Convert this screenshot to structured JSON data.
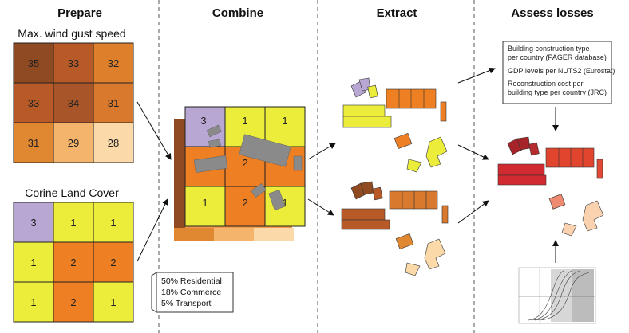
{
  "headers": {
    "prepare": "Prepare",
    "combine": "Combine",
    "extract": "Extract",
    "assess": "Assess losses"
  },
  "wind": {
    "label": "Max. wind gust speed",
    "values": [
      "35",
      "33",
      "32",
      "33",
      "34",
      "31",
      "31",
      "29",
      "28"
    ],
    "colors": [
      "#8f4a22",
      "#b85a27",
      "#de7f2c",
      "#b85a27",
      "#a9552a",
      "#d9792e",
      "#e08731",
      "#f5b46c",
      "#fbd9a9"
    ]
  },
  "landcover": {
    "label": "Corine Land Cover",
    "values": [
      "3",
      "1",
      "1",
      "1",
      "2",
      "2",
      "1",
      "2",
      "1"
    ],
    "colors": [
      "#b8a6d3",
      "#ecec3a",
      "#ecec3a",
      "#ecec3a",
      "#ee7f22",
      "#ee7f22",
      "#ecec3a",
      "#ee7f22",
      "#ecec3a"
    ]
  },
  "legend": {
    "items": [
      "50% Residential",
      "18% Commerce",
      "5%  Transport"
    ]
  },
  "combine": {
    "values": [
      "3",
      "1",
      "1",
      "",
      "2",
      "2",
      "1",
      "2",
      "1"
    ]
  },
  "info_box": {
    "lines": [
      "Building construction type",
      "per country (PAGER database)",
      "GDP levels per NUTS2 (Eurostat)",
      "Reconstruction cost per",
      "building type per country (JRC)"
    ]
  }
}
